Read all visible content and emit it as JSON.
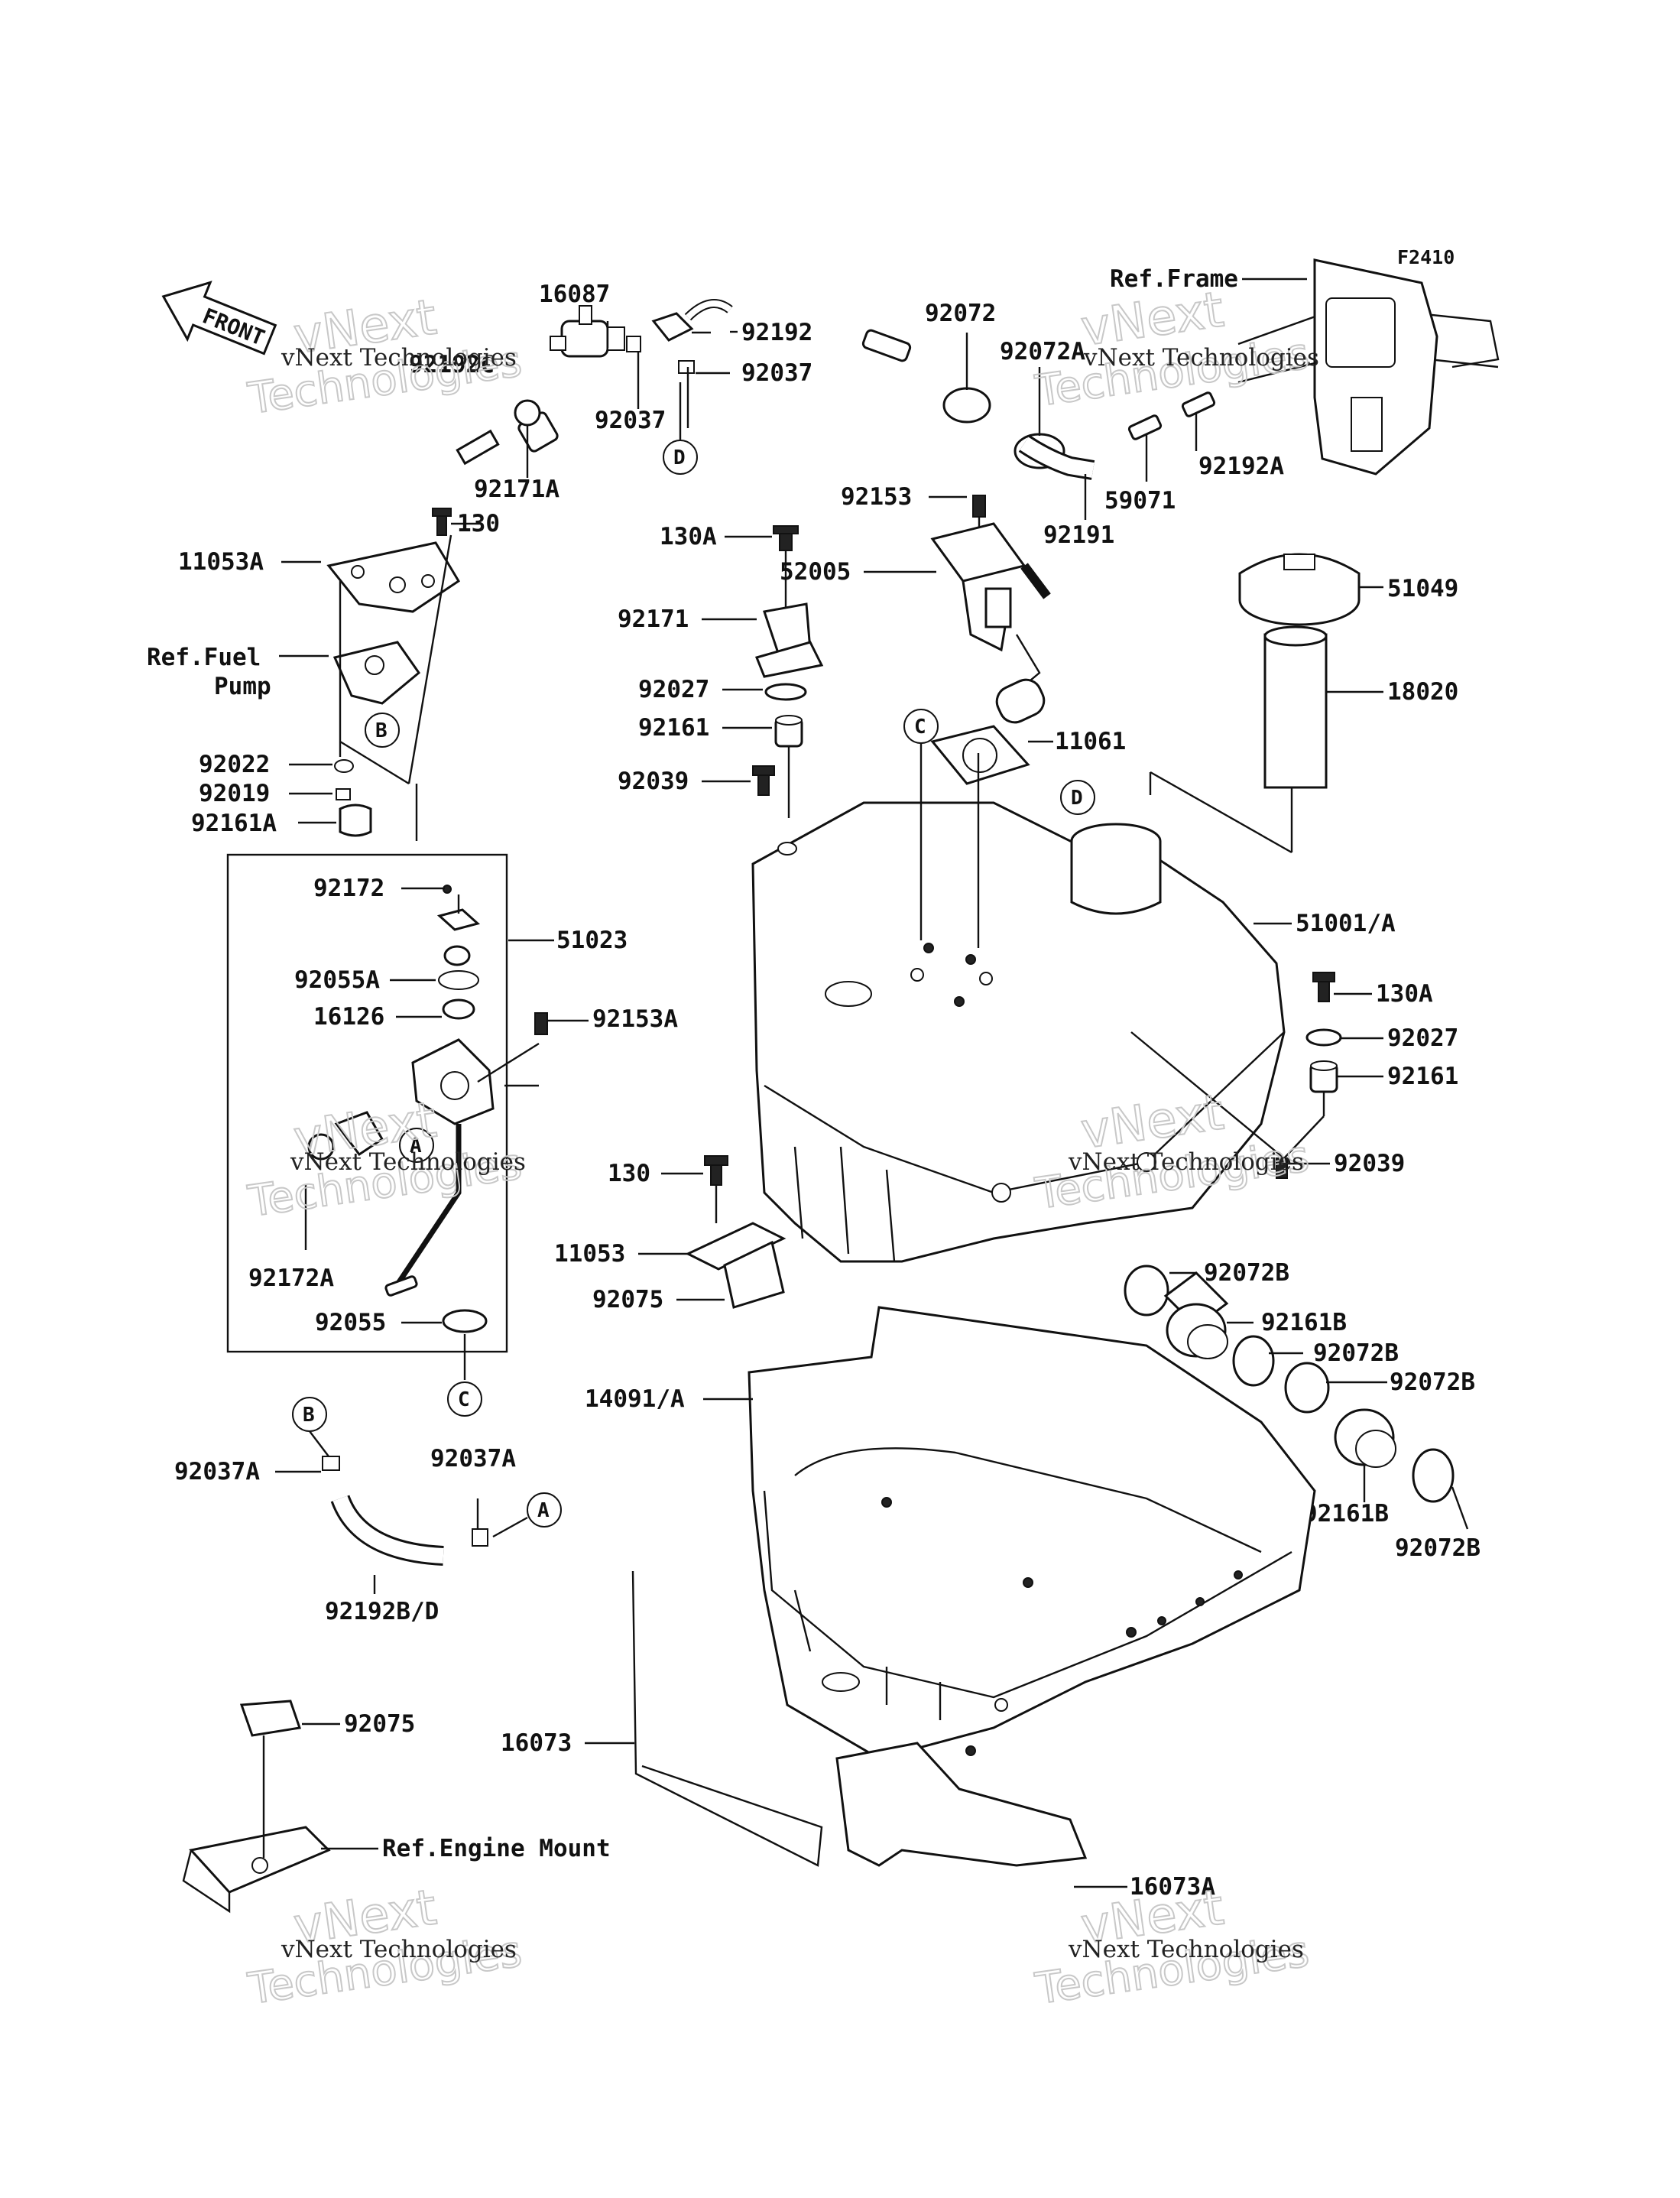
{
  "diagram_code": "F2410",
  "front_label": "FRONT",
  "watermark": {
    "line1": "vNext Technologies",
    "line2": "Technologies",
    "line3": "vNext"
  },
  "references": {
    "frame": "Ref.Frame",
    "fuel_pump_1": "Ref.Fuel",
    "fuel_pump_2": "Pump",
    "engine_mount": "Ref.Engine Mount"
  },
  "circle_markers": {
    "a": "A",
    "b": "B",
    "c": "C",
    "d": "D"
  },
  "part_labels": {
    "p16087": "16087",
    "p92192": "92192",
    "p92192c": "92192C",
    "p92037_top": "92037",
    "p92037_mid": "92037",
    "p92171a": "92171A",
    "p92072": "92072",
    "p92072a": "92072A",
    "p92192a": "92192A",
    "p59071": "59071",
    "p92191": "92191",
    "p92153": "92153",
    "p130_top": "130",
    "p130a_top": "130A",
    "p11053a": "11053A",
    "p52005": "52005",
    "p51049": "51049",
    "p92171": "92171",
    "p18020": "18020",
    "p92027_top": "92027",
    "p92161_top": "92161",
    "p11061": "11061",
    "p92039_top": "92039",
    "p92022": "92022",
    "p92019": "92019",
    "p92161a": "92161A",
    "p92172": "92172",
    "p51023": "51023",
    "p51001a": "51001/A",
    "p92055a": "92055A",
    "p16126": "16126",
    "p92153a": "92153A",
    "p130a_right": "130A",
    "p92027_right": "92027",
    "p92161_right": "92161",
    "p92039_right": "92039",
    "p130_mid": "130",
    "p11053": "11053",
    "p92172a": "92172A",
    "p92075_mid": "92075",
    "p92055": "92055",
    "p92072b_1": "92072B",
    "p92161b_1": "92161B",
    "p92072b_2": "92072B",
    "p92072b_3": "92072B",
    "p14091a": "14091/A",
    "p92037a_left": "92037A",
    "p92037a_mid": "92037A",
    "p92161b_2": "92161B",
    "p92072b_4": "92072B",
    "p92192bd": "92192B/D",
    "p92075_bottom": "92075",
    "p16073": "16073",
    "p16073a": "16073A"
  }
}
